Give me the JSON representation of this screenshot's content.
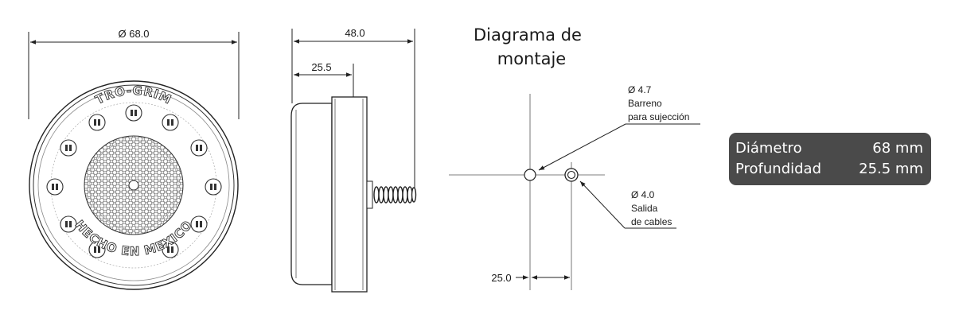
{
  "front_view": {
    "diameter_label": "Ø 68.0",
    "top_text": "TRO-GRIM",
    "bottom_text": "HECHO EN MEXICO"
  },
  "side_view": {
    "depth_label": "48.0",
    "body_label": "25.5"
  },
  "mounting": {
    "title_line1": "Diagrama de",
    "title_line2": "montaje",
    "hole1_size": "Ø 4.7",
    "hole1_desc1": "Barreno",
    "hole1_desc2": "para sujección",
    "hole2_size": "Ø 4.0",
    "hole2_desc1": "Salida",
    "hole2_desc2": "de cables",
    "spacing_label": "25.0"
  },
  "specs": {
    "rows": [
      {
        "label": "Diámetro",
        "value": "68 mm"
      },
      {
        "label": "Profundidad",
        "value": "25.5 mm"
      }
    ]
  }
}
